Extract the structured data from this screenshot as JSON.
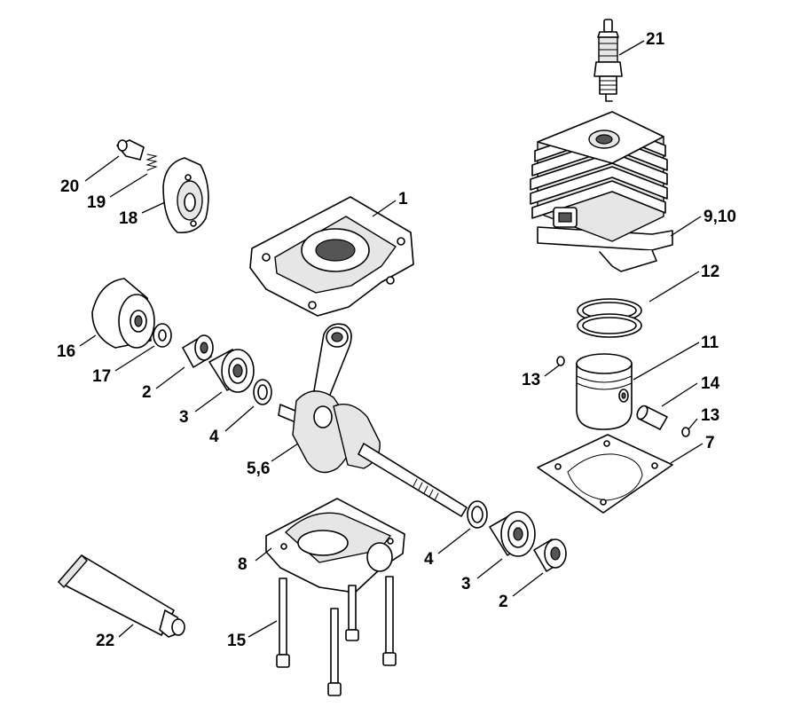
{
  "callouts": {
    "c1": "1",
    "c2a": "2",
    "c2b": "2",
    "c3a": "3",
    "c3b": "3",
    "c4a": "4",
    "c4b": "4",
    "c56": "5,6",
    "c7": "7",
    "c8": "8",
    "c910": "9,10",
    "c11": "11",
    "c12": "12",
    "c13a": "13",
    "c13b": "13",
    "c14": "14",
    "c15": "15",
    "c16": "16",
    "c17": "17",
    "c18": "18",
    "c19": "19",
    "c20": "20",
    "c21": "21",
    "c22": "22"
  },
  "colors": {
    "line": "#000000",
    "fill": "#ffffff",
    "shade": "#e6e6e6"
  }
}
